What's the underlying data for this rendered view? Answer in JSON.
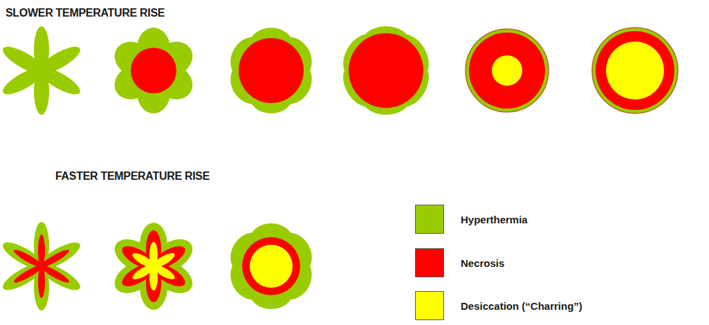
{
  "diagram": {
    "labels": [
      "SLOWER TEMPERATURE RISE",
      "FASTER TEMPERATURE RISE"
    ],
    "legend": [
      {
        "text": "Hyperthermia",
        "color": "#99cc00"
      },
      {
        "text": "Necrosis",
        "color": "#ff0000"
      },
      {
        "text": "Desiccation (“Charring”)",
        "color": "#ffff00"
      }
    ]
  }
}
